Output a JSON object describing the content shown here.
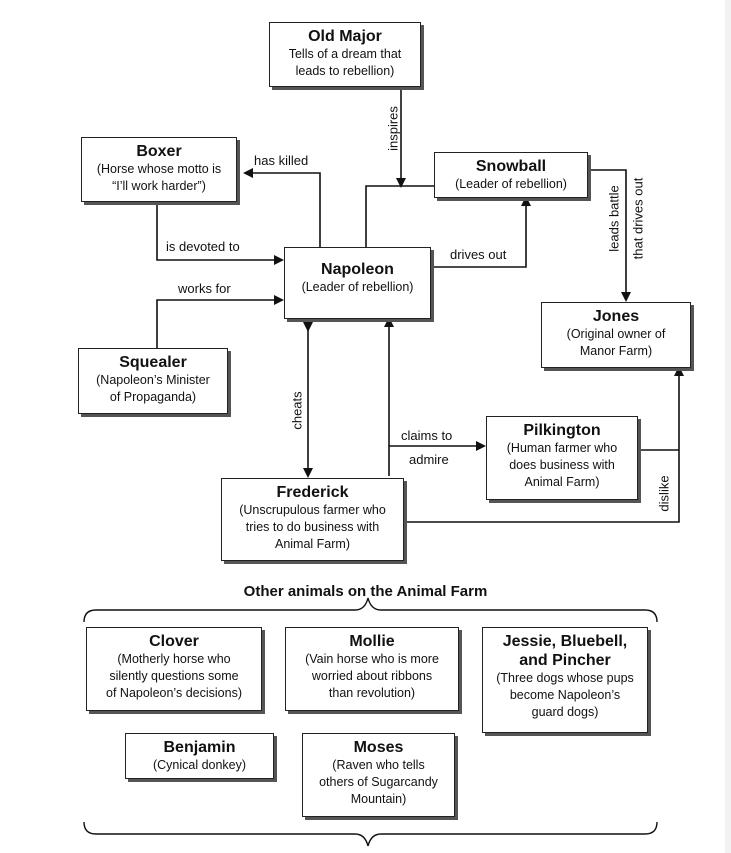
{
  "nodes": {
    "old_major": {
      "title": "Old Major",
      "desc": [
        "Tells of a dream that",
        "leads to rebellion)"
      ]
    },
    "boxer": {
      "title": "Boxer",
      "desc": [
        "(Horse whose motto is",
        "“I’ll work harder”)"
      ]
    },
    "snowball": {
      "title": "Snowball",
      "desc": [
        "(Leader of rebellion)"
      ]
    },
    "napoleon": {
      "title": "Napoleon",
      "desc": [
        "(Leader of rebellion)"
      ]
    },
    "jones": {
      "title": "Jones",
      "desc": [
        "(Original owner of",
        "Manor Farm)"
      ]
    },
    "squealer": {
      "title": "Squealer",
      "desc": [
        "(Napoleon’s Minister",
        "of Propaganda)"
      ]
    },
    "pilkington": {
      "title": "Pilkington",
      "desc": [
        "(Human farmer who",
        "does business with",
        "Animal Farm)"
      ]
    },
    "frederick": {
      "title": "Frederick",
      "desc": [
        "(Unscrupulous farmer who",
        "tries to do business with",
        "Animal Farm)"
      ]
    },
    "clover": {
      "title": "Clover",
      "desc": [
        "(Motherly horse who",
        "silently questions some",
        "of Napoleon’s decisions)"
      ]
    },
    "mollie": {
      "title": "Mollie",
      "desc": [
        "(Vain horse who is more",
        "worried about ribbons",
        "than revolution)"
      ]
    },
    "jessie": {
      "title": [
        "Jessie, Bluebell,",
        "and Pincher"
      ],
      "desc": [
        "(Three dogs whose pups",
        "become Napoleon’s",
        "guard dogs)"
      ]
    },
    "benjamin": {
      "title": "Benjamin",
      "desc": [
        "(Cynical donkey)"
      ]
    },
    "moses": {
      "title": "Moses",
      "desc": [
        "(Raven who tells",
        "others of Sugarcandy",
        "Mountain)"
      ]
    }
  },
  "edges": {
    "inspires": "inspires",
    "has_killed": "has killed",
    "is_devoted_to": "is devoted to",
    "works_for": "works for",
    "drives_out": "drives out",
    "leads_battle": "leads battle",
    "that_drives_out": "that drives out",
    "cheats": "cheats",
    "claims_to": "claims to",
    "admire": "admire",
    "dislike": "dislike"
  },
  "section_heading": "Other animals on the Animal Farm"
}
